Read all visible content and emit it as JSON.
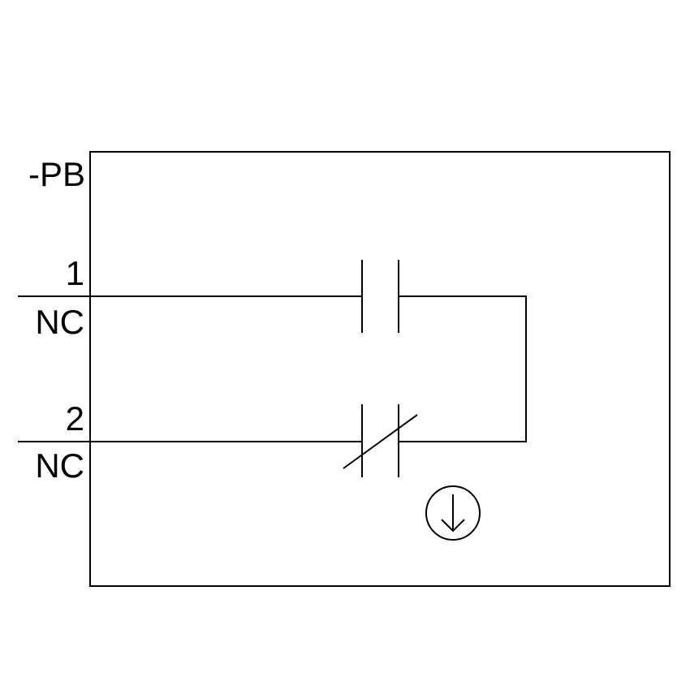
{
  "device_tag": "-PB",
  "terminals": [
    {
      "number": "1",
      "note": "NC"
    },
    {
      "number": "2",
      "note": "NC"
    }
  ],
  "icons": {
    "actuator": "down-arrow-circle-icon"
  },
  "colors": {
    "line": "#000000",
    "background": "#ffffff"
  }
}
